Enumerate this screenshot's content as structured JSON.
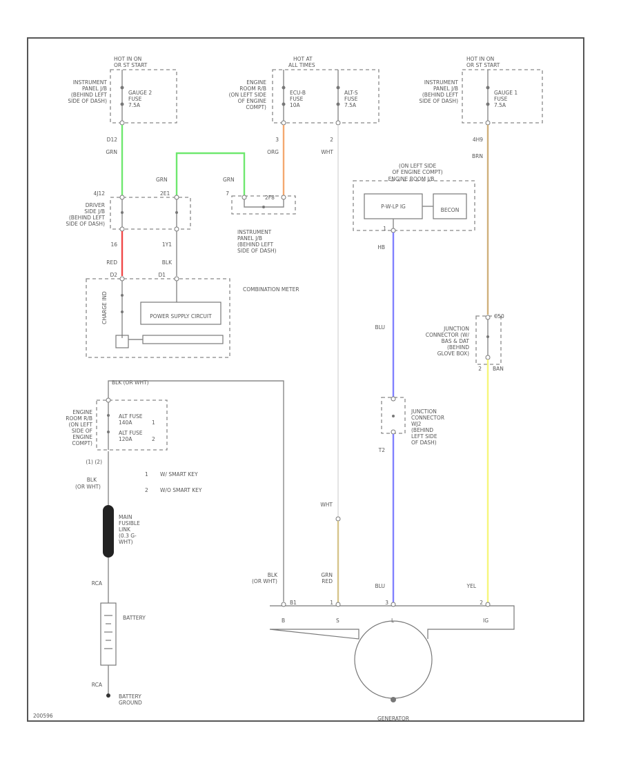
{
  "fuse_blocks": [
    {
      "hot": [
        "HOT IN ON",
        "OR ST START"
      ],
      "location": [
        "INSTRUMENT",
        "PANEL J/B",
        "(BEHIND LEFT",
        "SIDE OF DASH)"
      ],
      "fuse": [
        "GAUGE 2",
        "FUSE",
        "7.5A"
      ],
      "pin": "D12",
      "wire": "GRN"
    },
    {
      "hot": [
        "HOT AT",
        "ALL TIMES"
      ],
      "location": [
        "ENGINE",
        "ROOM R/B",
        "(ON LEFT SIDE",
        "OF ENGINE",
        "COMPT)"
      ],
      "fuse_a": [
        "ECU-B",
        "FUSE",
        "10A"
      ],
      "fuse_b": [
        "ALT-S",
        "FUSE",
        "7.5A"
      ],
      "pin_a": "3",
      "wire_a": "ORG",
      "pin_b": "2",
      "wire_b": "WHT"
    },
    {
      "hot": [
        "HOT IN ON",
        "OR ST START"
      ],
      "location": [
        "INSTRUMENT",
        "PANEL J/B",
        "(BEHIND LEFT",
        "SIDE OF DASH)"
      ],
      "fuse": [
        "GAUGE 1",
        "FUSE",
        "7.5A"
      ],
      "pin": "4H9",
      "wire": "BRN"
    }
  ],
  "driver_jb": {
    "label": [
      "DRIVER",
      "SIDE J/B",
      "(BEHIND LEFT",
      "SIDE OF DASH)"
    ],
    "pin_top_left": "4J12",
    "pin_top_right": "2E1",
    "pin_bottom_left": "16",
    "pin_bottom_right": "1Y1",
    "wire_grn": "GRN",
    "wire_red": "RED",
    "wire_blk": "BLK"
  },
  "ip_jb_small": {
    "wire": "GRN",
    "pin_left": "7",
    "pin_right": "2F8",
    "label": [
      "INSTRUMENT",
      "PANEL J/B",
      "(BEHIND LEFT",
      "SIDE OF DASH)"
    ]
  },
  "meter": {
    "pin_left": "D2",
    "pin_right": "D1",
    "label": "COMBINATION METER",
    "charge_indicator": "CHARGE IND",
    "power_supply": "POWER SUPPLY CIRCUIT"
  },
  "engine_room_jb": {
    "title": [
      "(ON LEFT SIDE",
      "OF ENGINE COMPT)"
    ],
    "name": "ENGINE ROOM J/B",
    "relay": "P-W-LP IG",
    "ecu": "BECON",
    "pin": "1",
    "wire": "HB",
    "wire_color": "BLU"
  },
  "junction_c50": {
    "pin_top": "C50",
    "label": [
      "JUNCTION",
      "CONNECTOR (W/",
      "BAS & DAT",
      "(BEHIND",
      "GLOVE BOX)"
    ],
    "pin_bottom": "2",
    "wire_top": "BRN",
    "wire_bottom": "BAN"
  },
  "junction_j42": {
    "label": [
      "JUNCTION",
      "CONNECTOR",
      "WJ2",
      "(BEHIND",
      "LEFT SIDE",
      "OF DASH)"
    ],
    "pin": "T2"
  },
  "alt_fuses": {
    "top_wire": "BLK (OR WHT)",
    "location": [
      "ENGINE",
      "ROOM R/B",
      "(ON LEFT",
      "SIDE OF",
      "ENGINE",
      "COMPT)"
    ],
    "fuse_a": [
      "ALT FUSE",
      "140A"
    ],
    "fuse_b": [
      "ALT FUSE",
      "120A"
    ],
    "note_a": "1",
    "note_b": "2",
    "pin": "(1) (2)",
    "bottom_wire": "BLK",
    "bottom_wire2": "(OR WHT)"
  },
  "notes": [
    {
      "num": "1",
      "text": "W/ SMART KEY"
    },
    {
      "num": "2",
      "text": "W/O SMART KEY"
    }
  ],
  "fusible_link": [
    "MAIN",
    "FUSIBLE",
    "LINK",
    "(0.3 G-",
    "WHT)"
  ],
  "battery": {
    "wire_top": "RCA",
    "label": "BATTERY",
    "wire_bottom": "RCA",
    "ground": [
      "BATTERY",
      "GROUND"
    ]
  },
  "generator": {
    "wire_b": [
      "BLK",
      "(OR WHT)"
    ],
    "wire_s": [
      "GRN",
      "RED"
    ],
    "wire_l": "BLU",
    "wire_ig": "YEL",
    "pin_b": "B1",
    "pin_s": "1",
    "pin_l": "3",
    "pin_ig": "2",
    "t_b": "B",
    "t_s": "S",
    "t_l": "L",
    "t_ig": "IG",
    "label": "GENERATOR"
  },
  "wht_lower": "WHT",
  "footer": "200596",
  "wire_colors": {
    "green": "#6ee86e",
    "red": "#f04848",
    "orange": "#f4a870",
    "blue": "#8080ff",
    "yellow": "#f6f67a",
    "tan": "#cfb07a",
    "grn_red": "#d6c48a"
  }
}
